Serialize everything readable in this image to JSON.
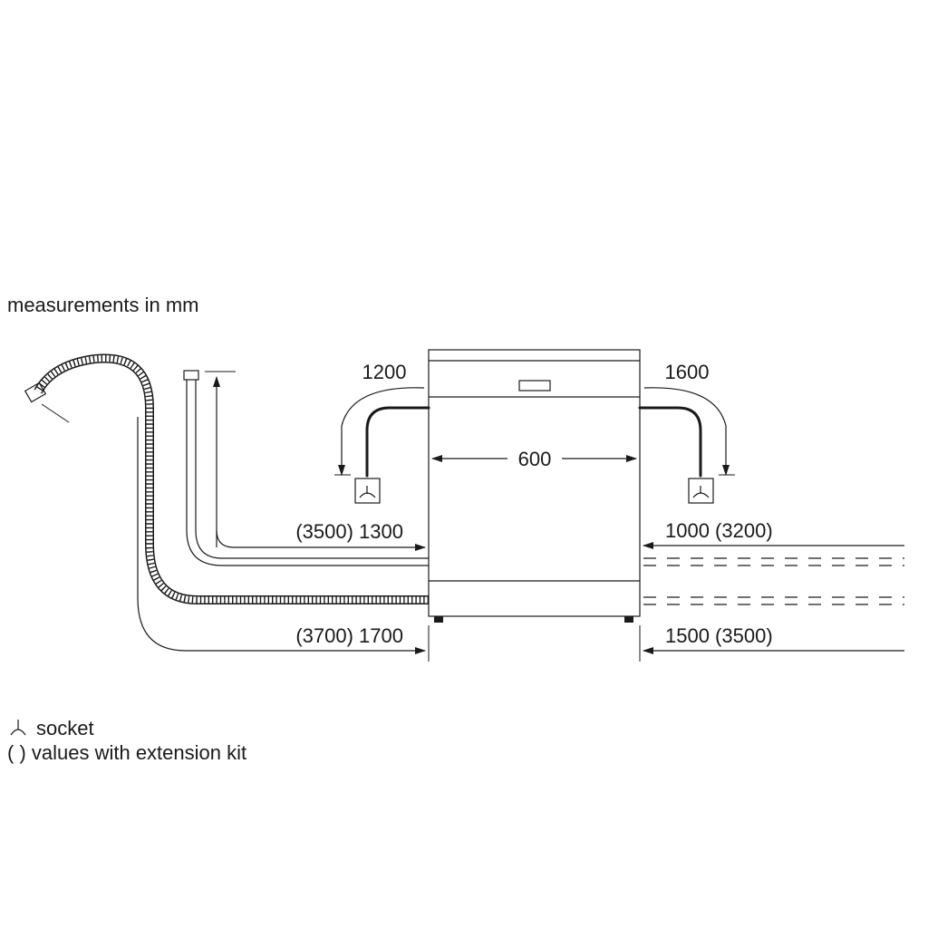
{
  "header": {
    "title": "measurements in mm"
  },
  "dimensions": {
    "width": "600",
    "left_power": "1200",
    "right_power": "1600",
    "left_inlet": "(3500) 1300",
    "right_inlet": "1000 (3200)",
    "left_drain": "(3700) 1700",
    "right_drain": "1500 (3500)"
  },
  "legend": {
    "socket": "socket",
    "extension": "( ) values with extension kit"
  },
  "icons": {
    "socket": "socket-icon",
    "drain_hose": "drain-hose-icon",
    "inlet_hose": "inlet-hose-icon"
  }
}
